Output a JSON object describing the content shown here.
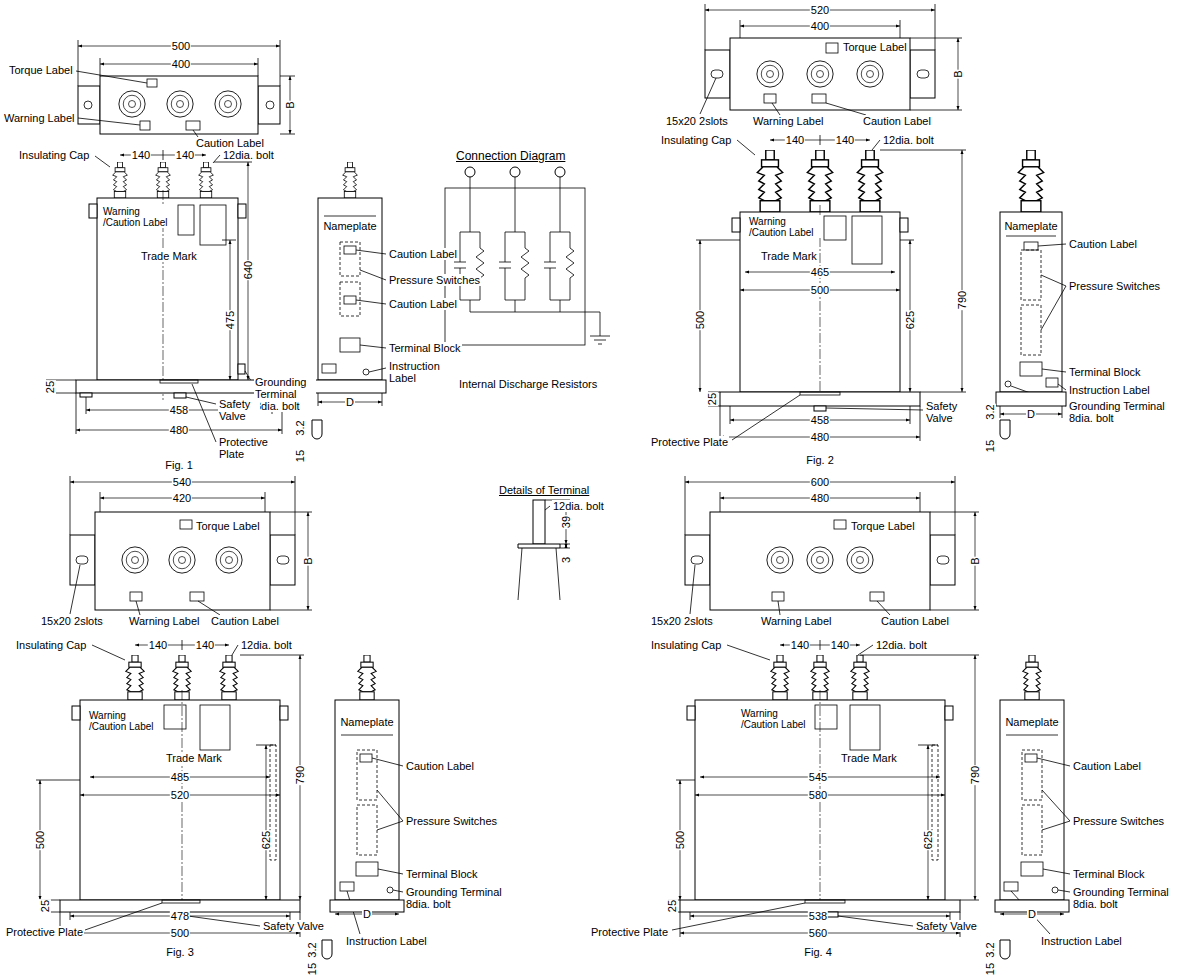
{
  "diagram": {
    "labels": [
      "500",
      "400",
      "Torque Label",
      "B",
      "Warning Label",
      "Caution Label",
      "Insulating Cap",
      "140",
      "140",
      "12dia. bolt",
      "640",
      "Warning /Caution Label",
      "Trade Mark",
      "475",
      "Grounding Terminal 8dia. bolt",
      "25",
      "458",
      "480",
      "Safety Valve",
      "Protective Plate",
      "3.2",
      "15",
      "Fig. 1",
      "Nameplate",
      "Caution Label",
      "Pressure Switches",
      "Caution Label",
      "Terminal Block",
      "Instruction Label",
      "D",
      "Connection Diagram",
      "Internal Discharge Resistors",
      "Details of Terminal",
      "12dia. bolt",
      "39",
      "3",
      "520",
      "400",
      "Torque Label",
      "B",
      "15x20 2slots",
      "Warning Label",
      "Caution Label",
      "Insulating Cap",
      "140",
      "140",
      "12dia. bolt",
      "Nameplate",
      "Warning /Caution Label",
      "Trade Mark",
      "790",
      "Caution Label",
      "465",
      "500",
      "Pressure Switches",
      "625",
      "500",
      "Terminal Block",
      "Instruction Label",
      "Grounding Terminal 8dia. bolt",
      "25",
      "Safety Valve",
      "D",
      "3.2",
      "458",
      "Protective Plate",
      "480",
      "15",
      "Fig. 2",
      "540",
      "420",
      "Torque Label",
      "B",
      "15x20 2slots",
      "Warning Label",
      "Caution Label",
      "Insulating Cap",
      "140",
      "140",
      "12dia. bolt",
      "Warning /Caution Label",
      "Trade Mark",
      "790",
      "485",
      "520",
      "625",
      "500",
      "Nameplate",
      "Caution Label",
      "Pressure Switches",
      "Terminal Block",
      "Grounding Terminal 8dia. bolt",
      "D",
      "Instruction Label",
      "25",
      "Protective Plate",
      "Safety Valve",
      "478",
      "500",
      "3.2",
      "Fig. 3",
      "15",
      "600",
      "480",
      "Torque Label",
      "B",
      "15x20 2slots",
      "Warning Label",
      "Caution Label",
      "Insulating Cap",
      "140",
      "140",
      "12dia. bolt",
      "Warning /Caution Label",
      "Trade Mark",
      "790",
      "545",
      "580",
      "625",
      "500",
      "Nameplate",
      "Caution Label",
      "Pressure Switches",
      "Terminal Block",
      "Grounding Terminal 8dia. bolt",
      "D",
      "Instruction Label",
      "25",
      "Protective Plate",
      "Safety Valve",
      "538",
      "560",
      "3.2",
      "Fig. 4",
      "15"
    ]
  }
}
